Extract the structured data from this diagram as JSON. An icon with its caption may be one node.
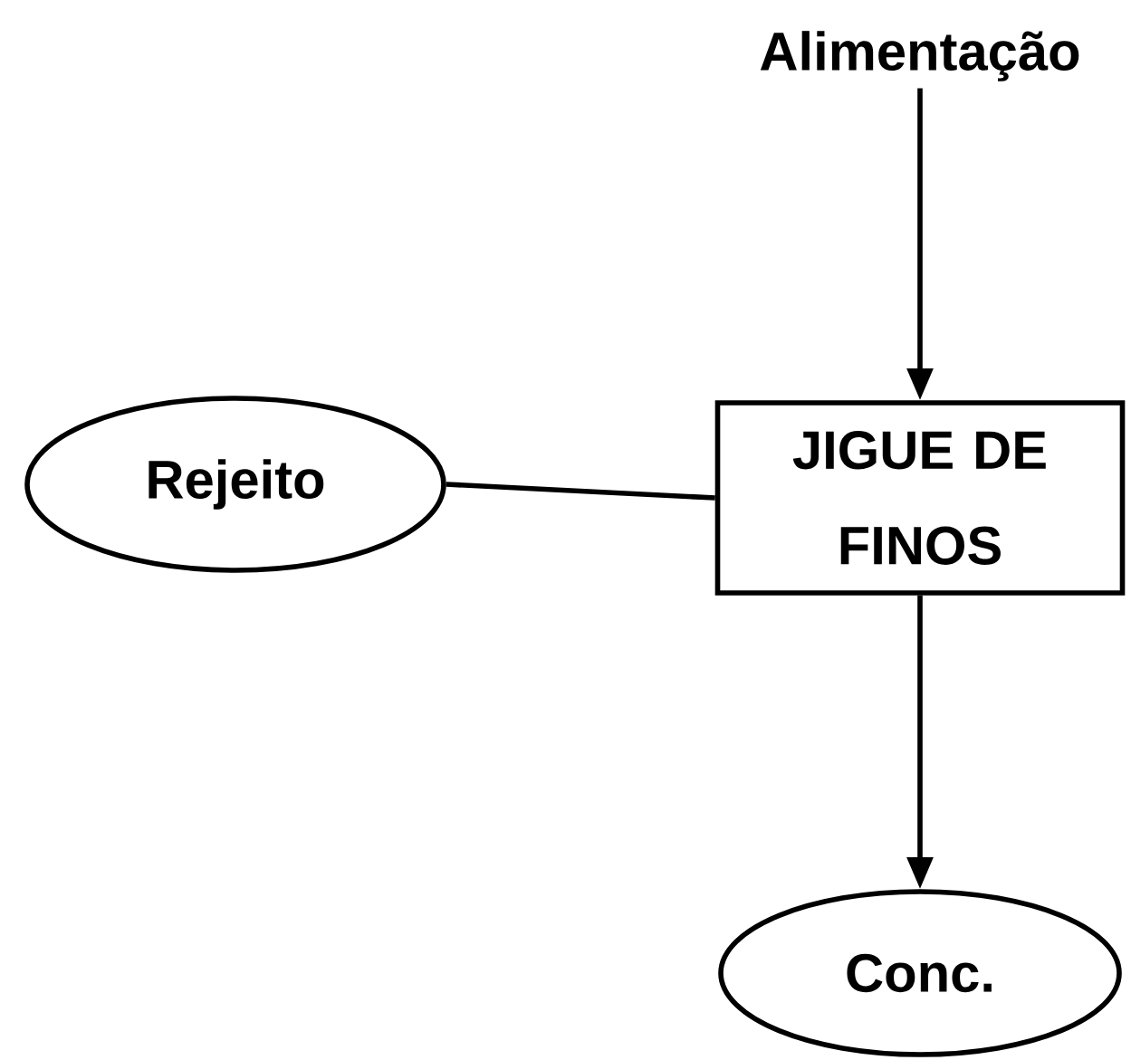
{
  "diagram": {
    "nodes": [
      {
        "text": [
          "Alimentação"
        ]
      },
      {
        "text": [
          "JIGUE DE FINOS"
        ]
      },
      {
        "text": [
          "Rejeito"
        ]
      },
      {
        "text": [
          "Conc."
        ]
      }
    ],
    "edges": [
      {
        "from": 0,
        "to": 1,
        "arrow": "to"
      },
      {
        "from": 1,
        "to": 2,
        "arrow": "none"
      },
      {
        "from": 1,
        "to": 3,
        "arrow": "to"
      }
    ]
  }
}
